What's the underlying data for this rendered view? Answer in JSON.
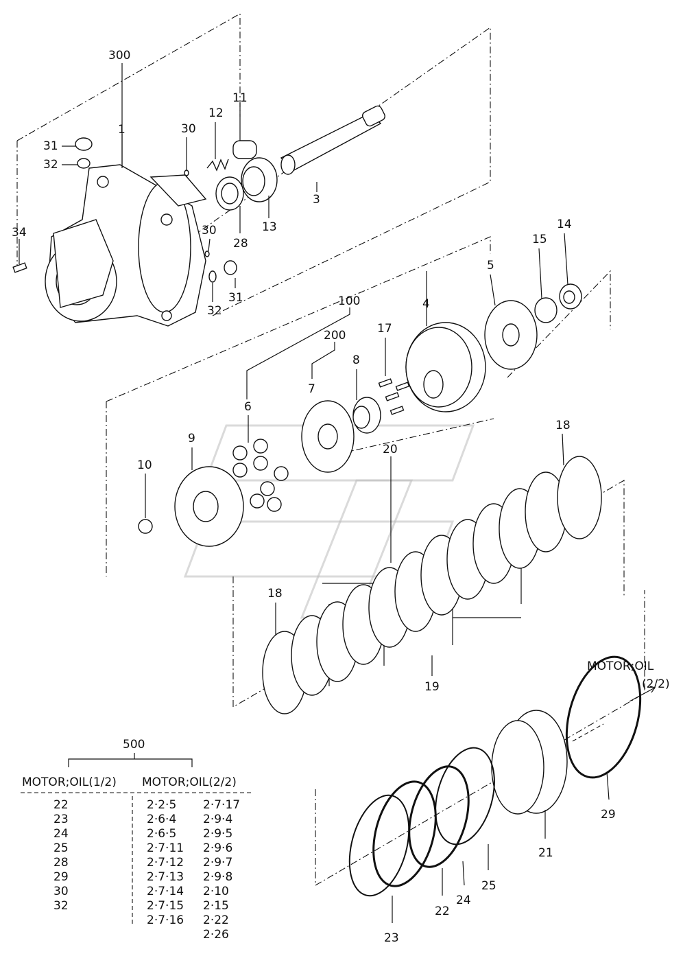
{
  "callouts": {
    "c1": "1",
    "c3": "3",
    "c4": "4",
    "c5": "5",
    "c6": "6",
    "c7": "7",
    "c8": "8",
    "c9": "9",
    "c10": "10",
    "c11": "11",
    "c12": "12",
    "c13": "13",
    "c14": "14",
    "c15": "15",
    "c17": "17",
    "c18a": "18",
    "c18b": "18",
    "c19": "19",
    "c20": "20",
    "c21": "21",
    "c22": "22",
    "c23": "23",
    "c24": "24",
    "c25": "25",
    "c28": "28",
    "c29": "29",
    "c30a": "30",
    "c30b": "30",
    "c31a": "31",
    "c31b": "31",
    "c32a": "32",
    "c32b": "32",
    "c34": "34",
    "c100": "100",
    "c200": "200",
    "c300": "300"
  },
  "note": {
    "line1": "MOTOR;OIL",
    "line2": "(2/2)"
  },
  "kit_table": {
    "title": "500",
    "col1_header": "MOTOR;OIL(1/2)",
    "col2_header": "MOTOR;OIL(2/2)",
    "col1": [
      "22",
      "23",
      "24",
      "25",
      "28",
      "29",
      "30",
      "32"
    ],
    "col2": [
      "2·2·5",
      "2·6·4",
      "2·6·5",
      "2·7·11",
      "2·7·12",
      "2·7·13",
      "2·7·14",
      "2·7·15",
      "2·7·16"
    ],
    "col3": [
      "2·7·17",
      "2·9·4",
      "2·9·5",
      "2·9·6",
      "2·9·7",
      "2·9·8",
      "2·10",
      "2·15",
      "2·22",
      "2·26"
    ]
  }
}
